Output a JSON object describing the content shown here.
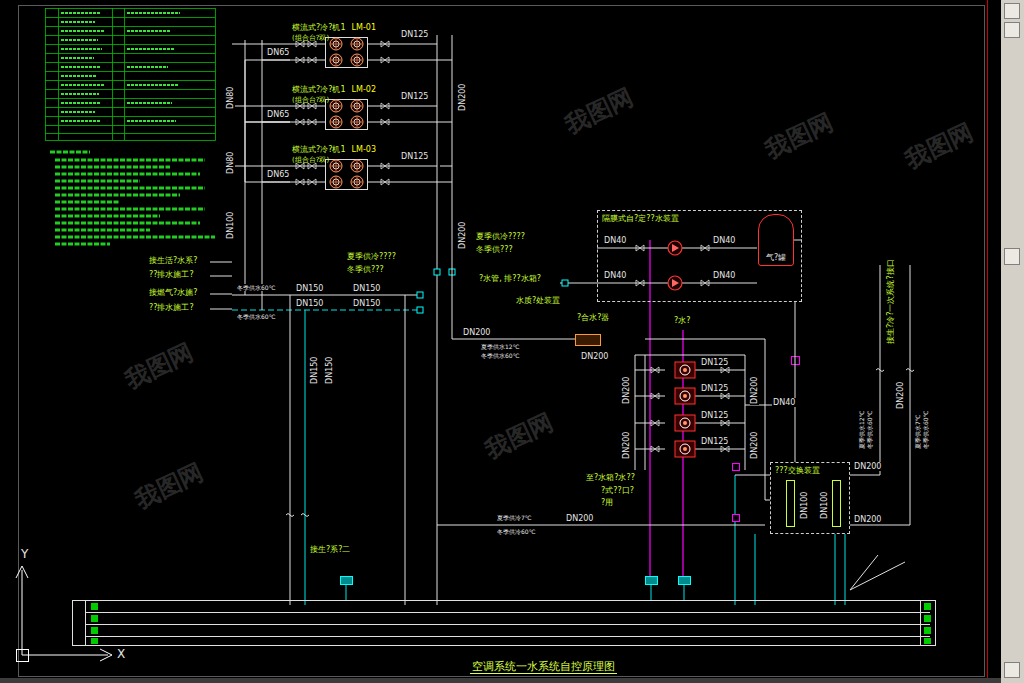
{
  "diagram": {
    "title": "空调系统一水系统自控原理图",
    "nodes": [
      {
        "text": [
          "横流式?冷?机1",
          "LM-01",
          "(组合台?双)"
        ]
      },
      {
        "text": [
          "横流式?冷?机1",
          "LM-02",
          "(组合台?双)"
        ]
      },
      {
        "text": [
          "横流式?冷?机1",
          "LM-03",
          "(组合台?双)"
        ]
      },
      {
        "text": [
          "隔膜式自?定??水装置"
        ]
      },
      {
        "text": [
          "气?罐"
        ],
        "in": 3
      },
      {
        "text": [
          "?合水?器"
        ]
      },
      {
        "text": [
          "???交换装置"
        ]
      }
    ],
    "edges": [
      {
        "from": 0,
        "to": 1,
        "arrow": "none"
      },
      {
        "from": 1,
        "to": 2,
        "arrow": "none"
      },
      {
        "from": 2,
        "to": 5,
        "arrow": "none",
        "label": "DN200"
      },
      {
        "from": 3,
        "to": 6,
        "arrow": "none",
        "label": "DN40"
      },
      {
        "from": 5,
        "to": 6,
        "arrow": "none"
      }
    ],
    "labels": [
      "DN65",
      "DN65",
      "DN65",
      "DN125",
      "DN125",
      "DN125",
      "DN80",
      "DN80",
      "DN100",
      "DN200",
      "DN200",
      "接生活?水系?",
      "??排水施工?",
      "接燃气?水施?",
      "??排水施工?",
      "冬季供水60℃",
      "冬季供水60℃",
      "DN150",
      "DN150",
      "DN150",
      "DN150",
      "DN150",
      "DN150",
      "夏季供冷????",
      "冬季供???",
      "夏季供冷????",
      "冬季供???",
      "?水管, 排??水箱?",
      "水质?处装置",
      "夏季供水12℃",
      "冬季供水60℃",
      "DN200",
      "?水?",
      "DN40",
      "DN40",
      "DN40",
      "DN40",
      "DN125",
      "DN125",
      "DN125",
      "DN125",
      "DN200",
      "DN200",
      "DN200",
      "DN200",
      "至?水箱?水??",
      "?式??口?",
      "?用",
      "DN200",
      "DN200",
      "DN100",
      "DN100",
      "夏季供水12℃",
      "冬季供水60℃",
      "夏季供水7℃",
      "冬季供水60℃",
      "接生?冷?一次系统?接口",
      "DN200",
      "DN200",
      "夏季供冷7℃",
      "冬季供冷60℃",
      "接生?系?二",
      "Y",
      "X",
      "我图网",
      "我图网",
      "我图网",
      "我图网",
      "我图网",
      "我图网"
    ]
  }
}
